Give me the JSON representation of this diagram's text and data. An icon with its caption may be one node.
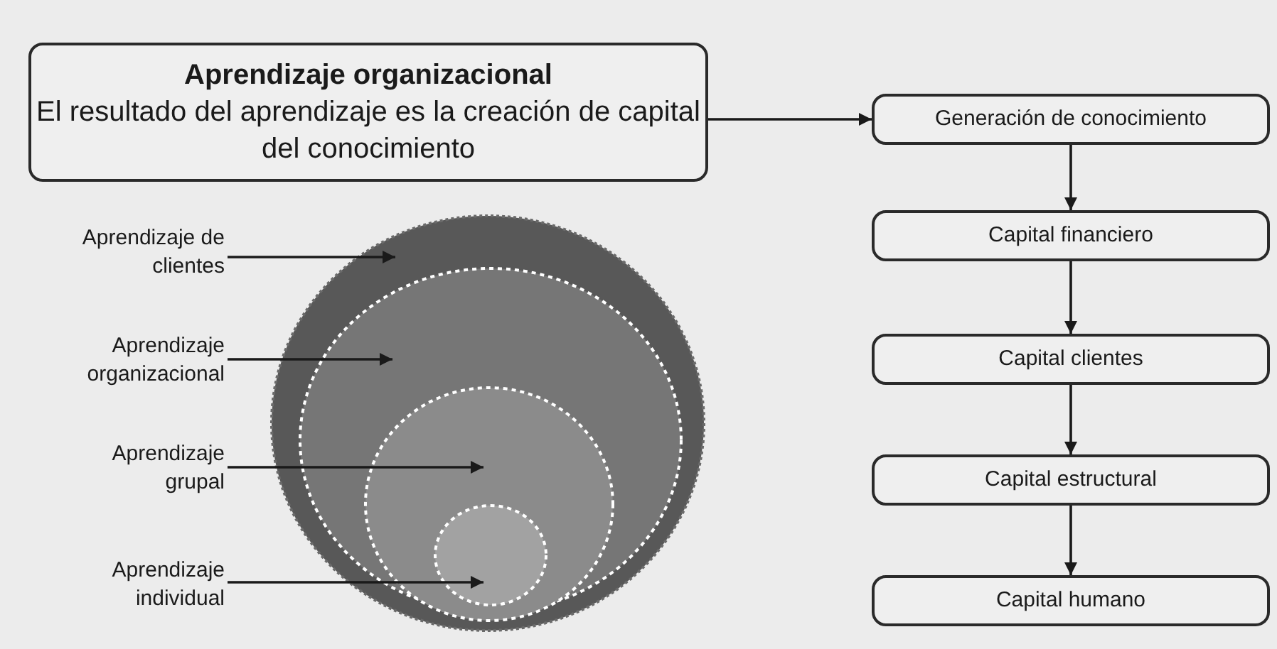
{
  "diagram": {
    "nodes": [
      {
        "text": [
          "Aprendizaje organizacional",
          "El resultado del aprendizaje es la creación de capital del conocimiento"
        ]
      },
      {
        "text": [
          "Generación de conocimiento"
        ]
      },
      {
        "text": [
          "Capital financiero"
        ]
      },
      {
        "text": [
          "Capital clientes"
        ]
      },
      {
        "text": [
          "Capital estructural"
        ]
      },
      {
        "text": [
          "Capital humano"
        ]
      },
      {
        "text": [
          "Aprendizaje de clientes"
        ]
      },
      {
        "text": [
          "Aprendizaje organizacional"
        ]
      },
      {
        "text": [
          "Aprendizaje grupal"
        ]
      },
      {
        "text": [
          "Aprendizaje individual"
        ]
      },
      {
        "text": [],
        "shape": "circle"
      },
      {
        "text": [],
        "shape": "circle",
        "in": 10
      },
      {
        "text": [],
        "shape": "circle",
        "in": 11
      },
      {
        "text": [],
        "shape": "circle",
        "in": 12
      }
    ],
    "edges": [
      {
        "from": 0,
        "to": 1,
        "arrow": "to"
      },
      {
        "from": 1,
        "to": 2,
        "arrow": "to"
      },
      {
        "from": 2,
        "to": 3,
        "arrow": "to"
      },
      {
        "from": 3,
        "to": 4,
        "arrow": "to"
      },
      {
        "from": 4,
        "to": 5,
        "arrow": "to"
      },
      {
        "from": 6,
        "to": 10,
        "arrow": "to"
      },
      {
        "from": 7,
        "to": 11,
        "arrow": "to"
      },
      {
        "from": 8,
        "to": 12,
        "arrow": "to"
      },
      {
        "from": 9,
        "to": 13,
        "arrow": "to"
      }
    ]
  }
}
